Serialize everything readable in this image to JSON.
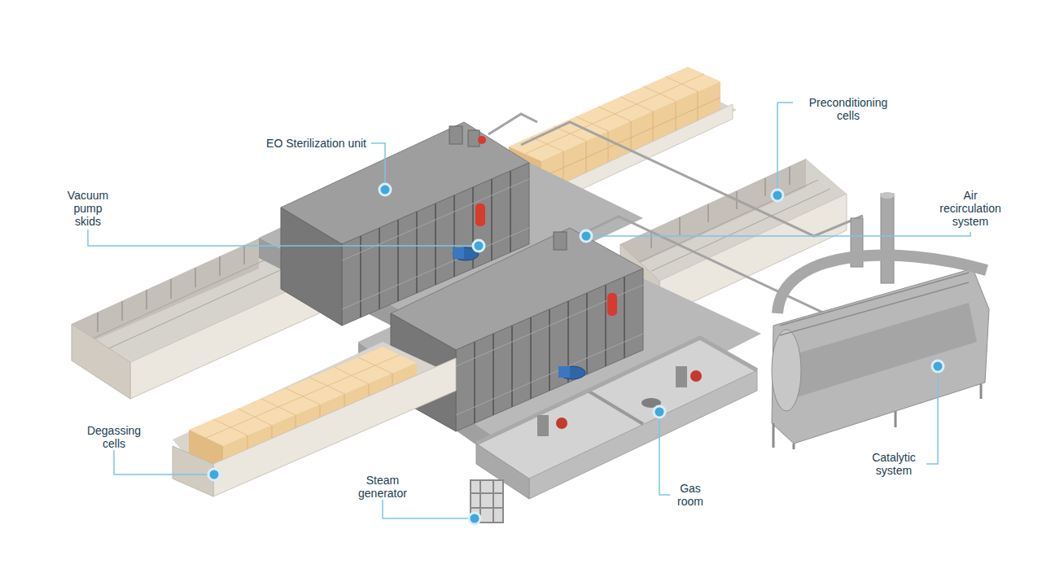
{
  "diagram": {
    "labels": [
      "Preconditioning cells",
      "EO Sterilization unit",
      "Vacuum pump skids",
      "Air recirculation system",
      "Degassing cells",
      "Catalytic system",
      "Steam generator",
      "Gas room"
    ]
  }
}
